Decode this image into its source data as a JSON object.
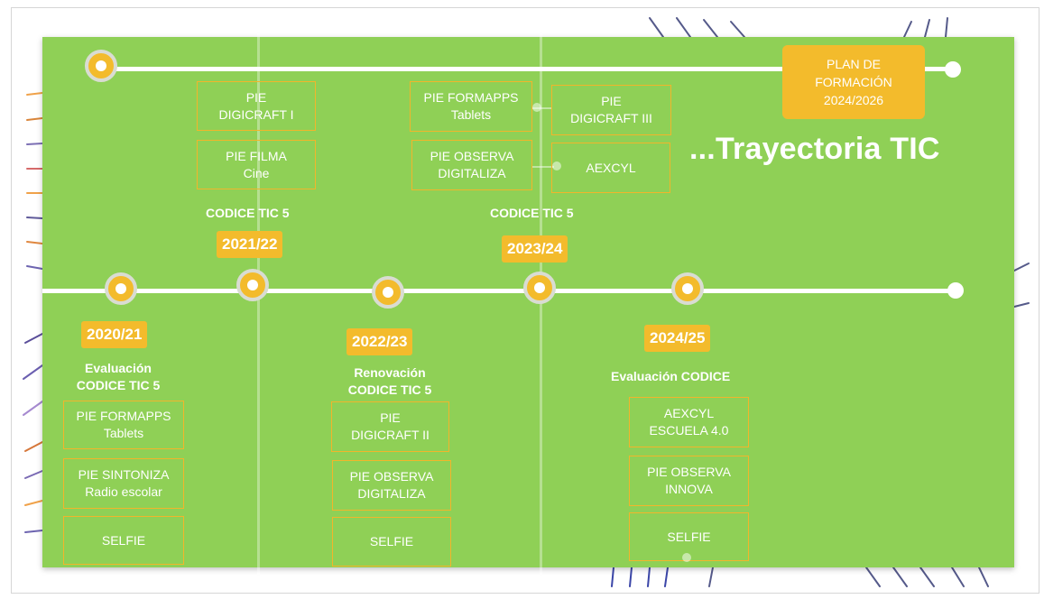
{
  "title": "...Trayectoria TIC",
  "plan": [
    "PLAN DE",
    "FORMACIÓN",
    "2024/2026"
  ],
  "years": {
    "y2020": "2020/21",
    "y2021": "2021/22",
    "y2022": "2022/23",
    "y2023": "2023/24",
    "y2024": "2024/25"
  },
  "labels": {
    "codice_2021": "CODICE TIC 5",
    "codice_2023": "CODICE TIC 5",
    "eval_2020": [
      "Evaluación",
      "CODICE TIC 5"
    ],
    "renov_2022": [
      "Renovación",
      "CODICE TIC 5"
    ],
    "eval_2024": "Evaluación CODICE"
  },
  "boxes": {
    "digicraft1": [
      "PIE",
      "DIGICRAFT I"
    ],
    "filma": [
      "PIE FILMA",
      "Cine"
    ],
    "formapps_top": [
      "PIE FORMAPPS",
      "Tablets"
    ],
    "digicraft3": [
      "PIE",
      "DIGICRAFT III"
    ],
    "observa_top": [
      "PIE OBSERVA",
      "DIGITALIZA"
    ],
    "aexcyl_top": [
      "AEXCYL"
    ],
    "formapps_2020": [
      "PIE FORMAPPS",
      "Tablets"
    ],
    "sintoniza": [
      "PIE SINTONIZA",
      "Radio escolar"
    ],
    "selfie_2020": [
      "SELFIE"
    ],
    "digicraft2": [
      "PIE",
      "DIGICRAFT II"
    ],
    "observa_2022": [
      "PIE OBSERVA",
      "DIGITALIZA"
    ],
    "selfie_2022": [
      "SELFIE"
    ],
    "aexcyl_2024": [
      "AEXCYL",
      "ESCUELA 4.0"
    ],
    "observa_innova": [
      "PIE OBSERVA",
      "INNOVA"
    ],
    "selfie_2024": [
      "SELFIE"
    ]
  },
  "colors": {
    "panel": "#8fd056",
    "accent": "#f3bb2c",
    "line": "#ffffff"
  }
}
